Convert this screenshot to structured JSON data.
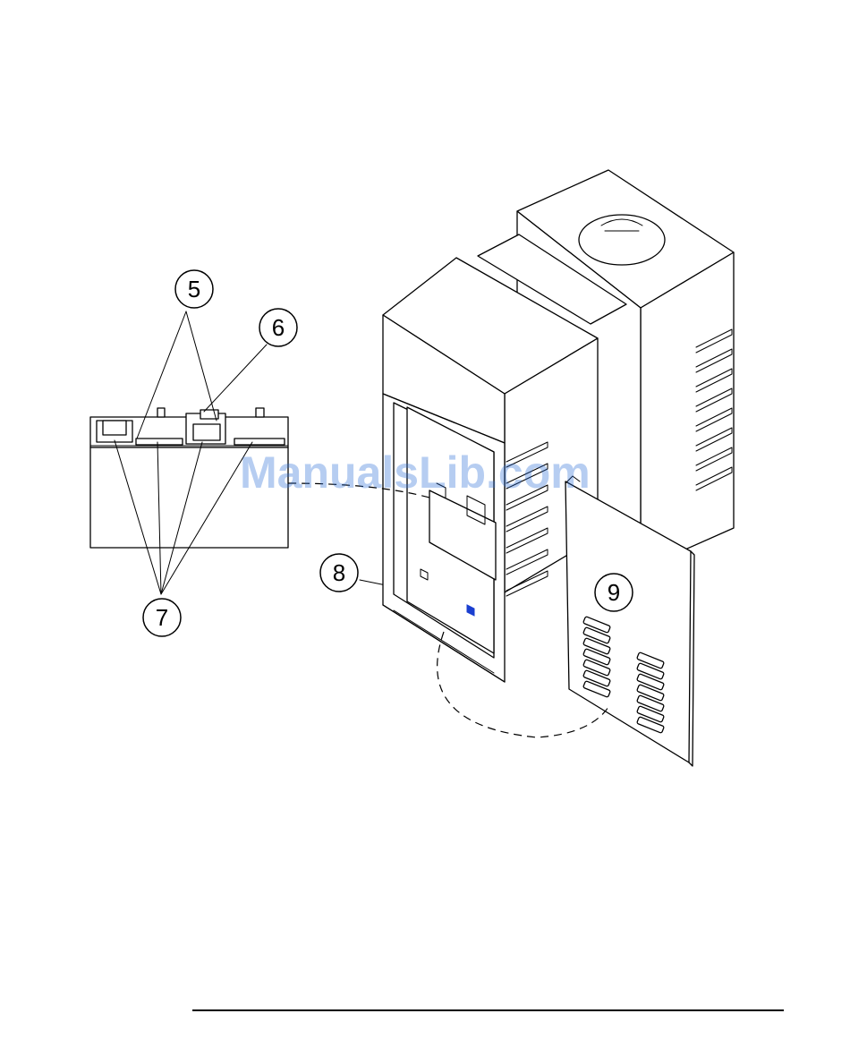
{
  "watermark": "ManualsLib.com",
  "callouts": [
    {
      "id": "5",
      "label": "5"
    },
    {
      "id": "6",
      "label": "6"
    },
    {
      "id": "7",
      "label": "7"
    },
    {
      "id": "8",
      "label": "8"
    },
    {
      "id": "9",
      "label": "9"
    }
  ],
  "colors": {
    "line": "#000000",
    "background": "#ffffff",
    "watermark": "#2f6fd6",
    "component_blue": "#1a3fd0"
  }
}
